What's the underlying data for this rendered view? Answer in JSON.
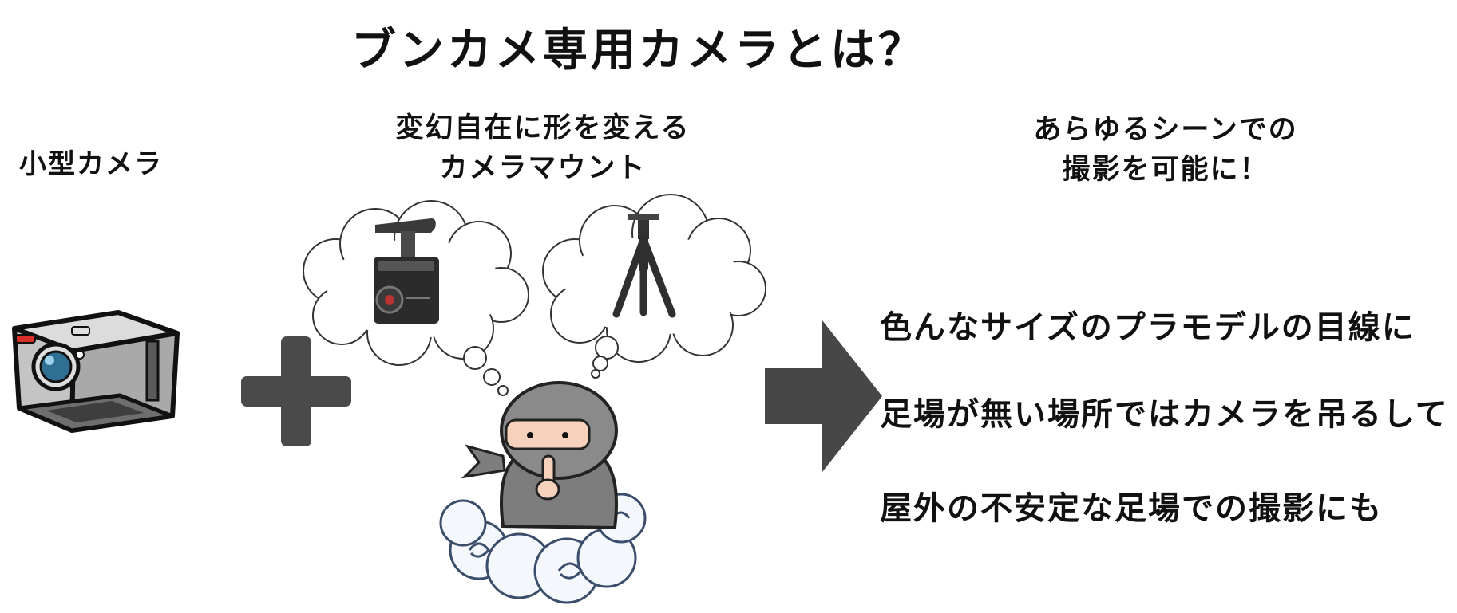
{
  "title": "ブンカメ専用カメラとは？",
  "small_camera": {
    "label": "小型カメラ"
  },
  "mount": {
    "line1": "変幻自在に形を変える",
    "line2": "カメラマウント"
  },
  "scenes": {
    "line1": "あらゆるシーンでの",
    "line2": "撮影を可能に！"
  },
  "benefits": [
    "色んなサイズのプラモデルの目線に",
    "足場が無い場所ではカメラを吊るして",
    "屋外の不安定な足場での撮影にも"
  ],
  "colors": {
    "plus": "#4a4a4a",
    "arrow": "#474747",
    "ninja": "#8c8c8c",
    "camera_body": "#b7b7b7",
    "lens": "#2f6f93"
  },
  "icons": [
    "camera-icon",
    "plus-icon",
    "dashcam-icon",
    "tripod-icon",
    "ninja-icon",
    "arrow-right-icon"
  ]
}
